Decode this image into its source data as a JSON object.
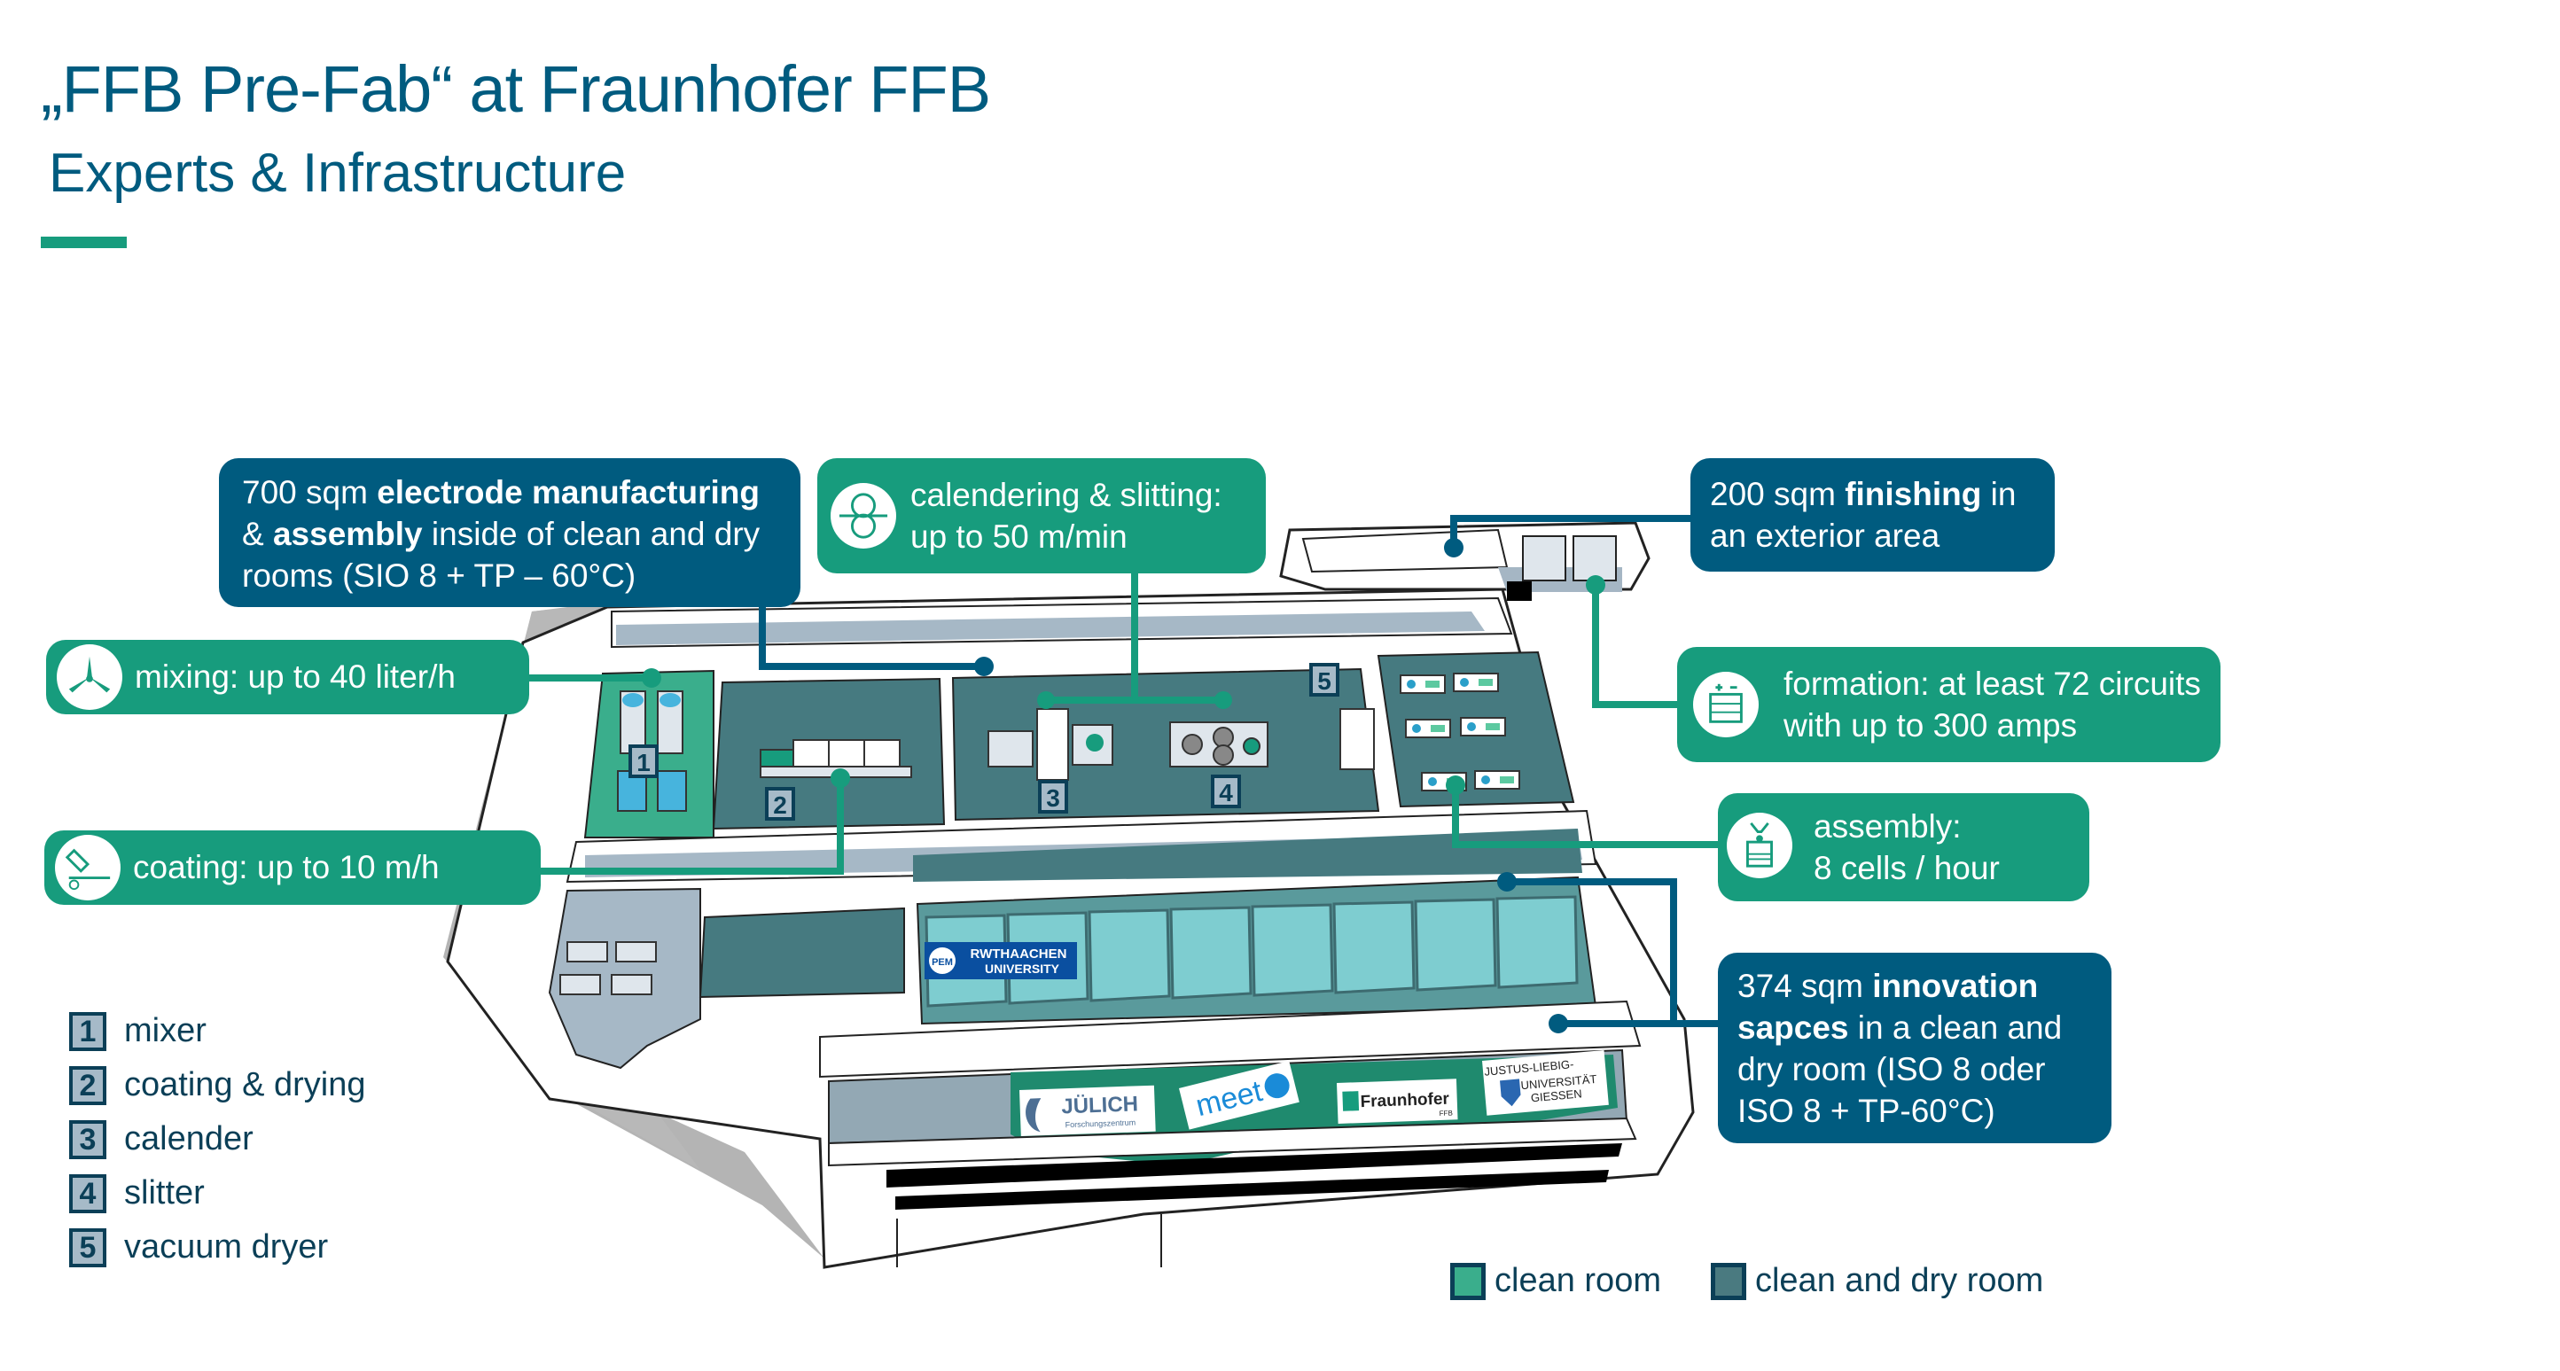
{
  "header": {
    "title": "„FFB Pre-Fab“ at Fraunhofer FFB",
    "subtitle": "Experts & Infrastructure"
  },
  "colors": {
    "brand_blue": "#005b7f",
    "brand_green": "#179c7d",
    "clean_room": "#3aae8c",
    "clean_dry_room": "#4a7a80",
    "legend_text": "#0b3f57"
  },
  "callouts": {
    "electrode": {
      "pre": "700 sqm ",
      "bold1": "electrode manufacturing",
      "line2_pre": "& ",
      "bold2": "assembly",
      "line2_post": " inside of clean and dry",
      "line3": "rooms (SIO 8 + TP – 60°C)"
    },
    "calendering": {
      "icon": "calender-rollers-icon",
      "line1": "calendering & slitting:",
      "line2": "up to 50 m/min"
    },
    "finishing": {
      "pre": "200 sqm ",
      "bold": "finishing",
      "post": " in",
      "line2": "an exterior area"
    },
    "mixing": {
      "icon": "mixer-propeller-icon",
      "line1": "mixing: up to 40 liter/h"
    },
    "formation": {
      "icon": "battery-icon",
      "line1": "formation: at least 72 circuits",
      "line2": "with up to 300 amps"
    },
    "coating": {
      "icon": "coating-nozzle-icon",
      "line1": "coating: up to 10 m/h"
    },
    "assembly": {
      "icon": "cell-assembly-gripper-icon",
      "line1": "assembly:",
      "line2": "8 cells / hour"
    },
    "innovation": {
      "pre": "374 sqm ",
      "bold1": "innovation",
      "bold2": "sapces",
      "line2_post": " in a clean and",
      "line3": "dry room (ISO 8 oder",
      "line4": "ISO 8 + TP-60°C)"
    }
  },
  "equipment_legend": [
    {
      "num": "1",
      "label": "mixer"
    },
    {
      "num": "2",
      "label": "coating & drying"
    },
    {
      "num": "3",
      "label": "calender"
    },
    {
      "num": "4",
      "label": "slitter"
    },
    {
      "num": "5",
      "label": "vacuum dryer"
    }
  ],
  "room_legend": [
    {
      "label": "clean room",
      "color": "#3aae8c"
    },
    {
      "label": "clean and dry room",
      "color": "#4a7a80"
    }
  ],
  "plan_labels": {
    "markers": [
      "1",
      "2",
      "3",
      "4",
      "5"
    ],
    "rwth": {
      "pem": "PEM",
      "line1": "RWTHAACHEN",
      "line2": "UNIVERSITY"
    },
    "juelich": {
      "line1": "JÜLICH",
      "line2": "Forschungszentrum"
    },
    "meet": "meet",
    "fraunhofer": {
      "line1": "Fraunhofer",
      "line2": "FFB"
    },
    "giessen": {
      "line1": "JUSTUS-LIEBIG-",
      "line2": "UNIVERSITÄT",
      "line3": "GIESSEN"
    }
  }
}
